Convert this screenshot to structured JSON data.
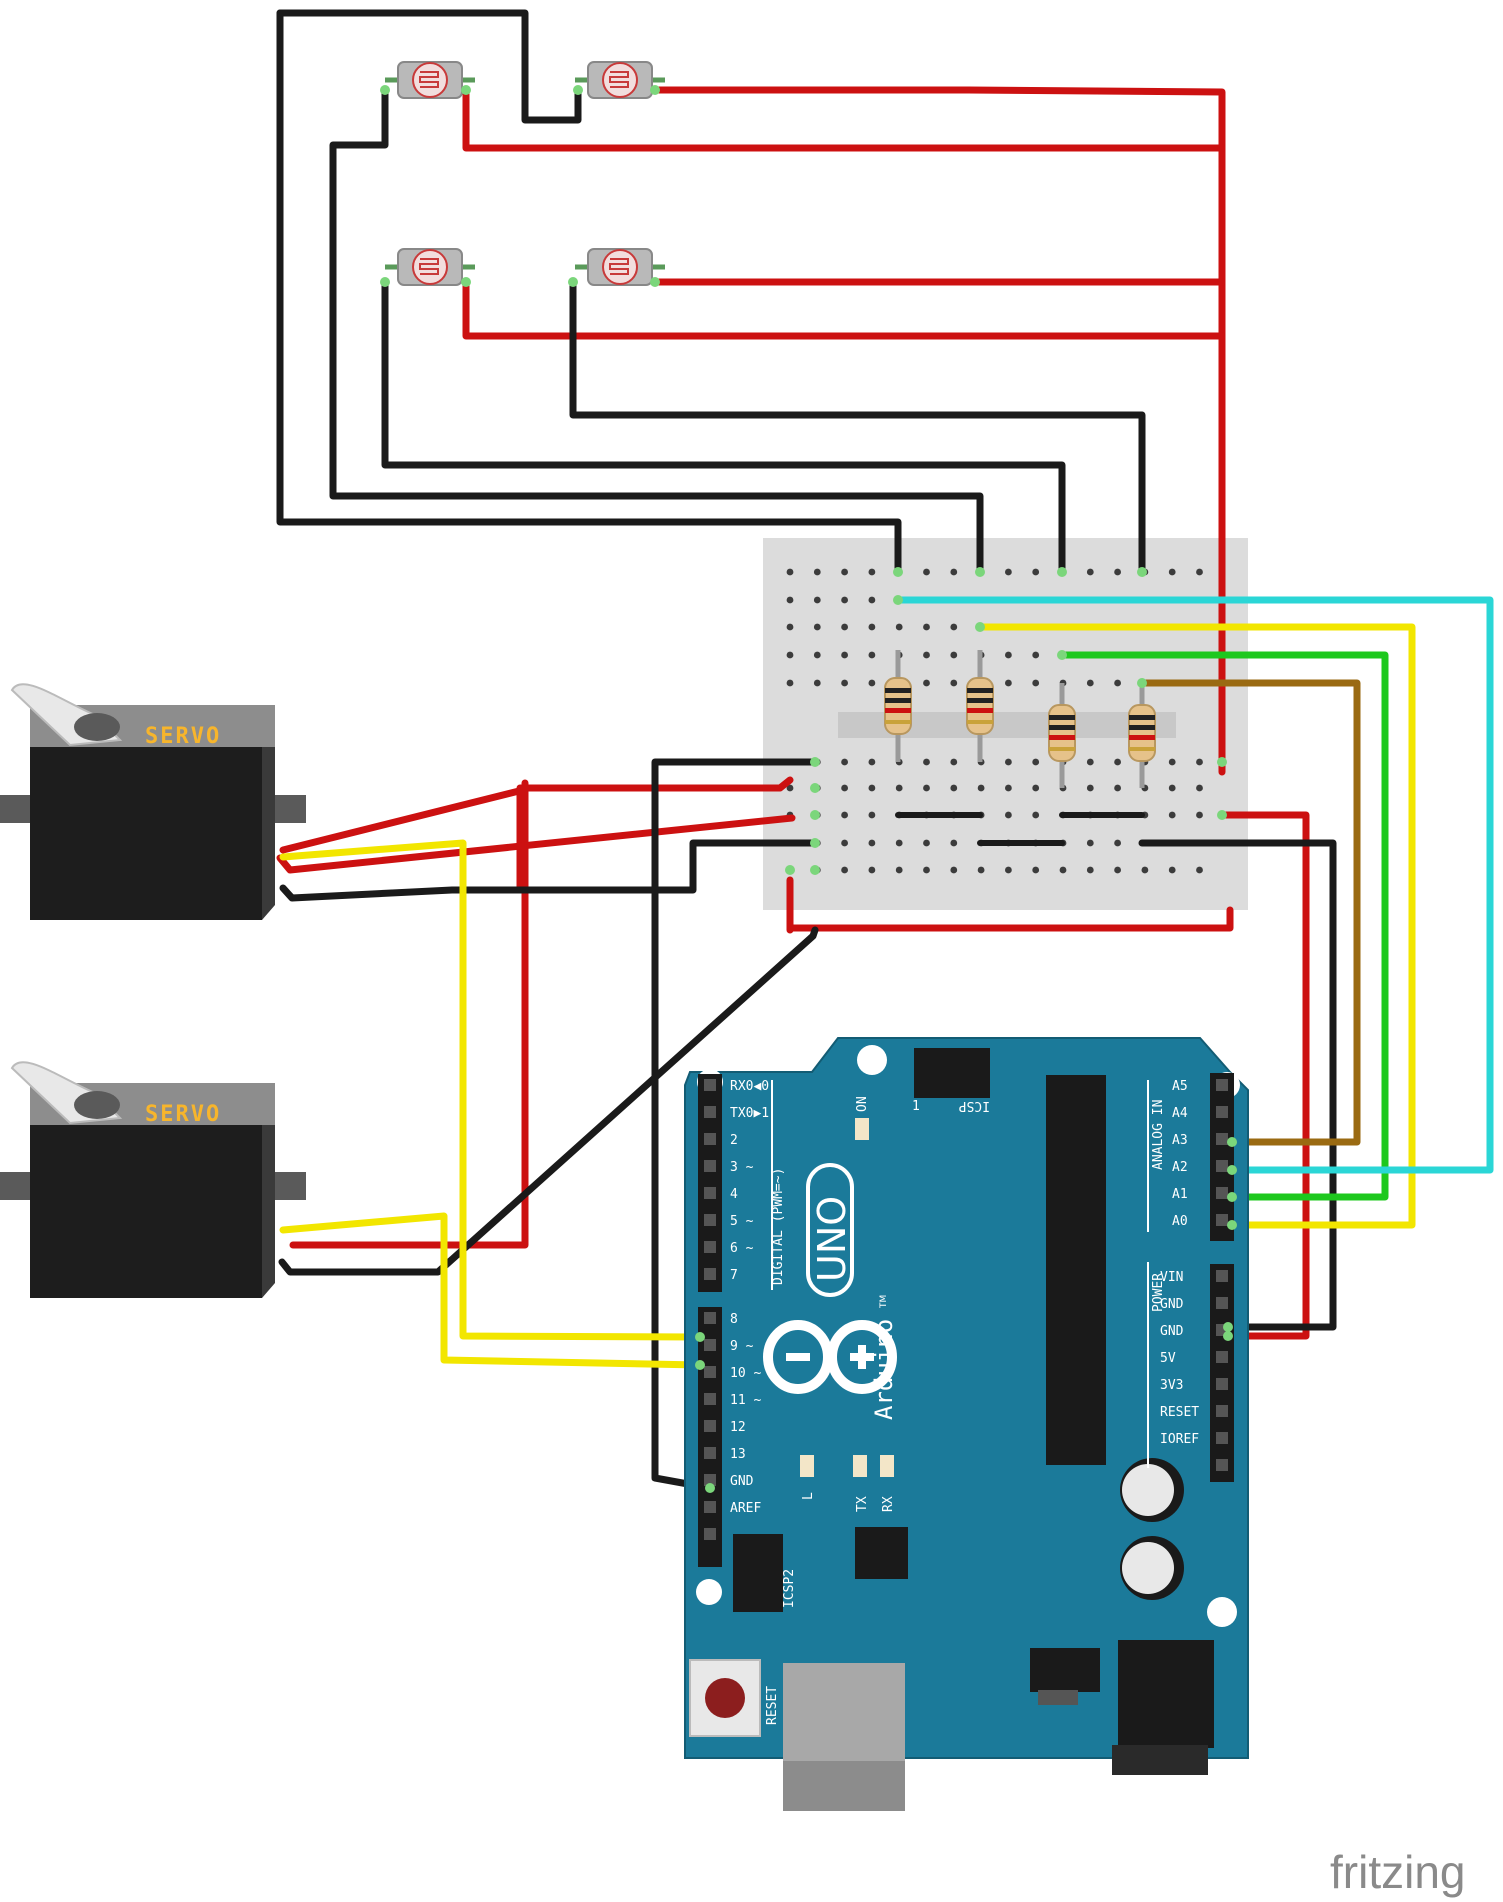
{
  "servos": [
    {
      "label": "SERVO"
    },
    {
      "label": "SERVO"
    }
  ],
  "arduino": {
    "model": "UNO",
    "brand": "Arduino",
    "trademark": "TM",
    "digital_header_label": "DIGITAL (PWM=~)",
    "analog_header_label": "ANALOG IN",
    "power_header_label": "POWER",
    "on_label": "ON",
    "icsp_label": "ICSP",
    "icsp2_label": "ICSP2",
    "icsp_pin1": "1",
    "reset_label": "RESET",
    "led_l": "L",
    "led_tx": "TX",
    "led_rx": "RX",
    "digital_pins_top": [
      "RX0◀0",
      "TX0▶1",
      "2",
      "3 ~",
      "4",
      "5 ~",
      "6 ~",
      "7"
    ],
    "digital_pins_bottom": [
      "8",
      "9 ~",
      "10 ~",
      "11 ~",
      "12",
      "13",
      "GND",
      "AREF"
    ],
    "analog_pins": [
      "A5",
      "A4",
      "A3",
      "A2",
      "A1",
      "A0"
    ],
    "power_pins": [
      "VIN",
      "GND",
      "GND",
      "5V",
      "3V3",
      "RESET",
      "IOREF"
    ]
  },
  "fritzing_logo": "fritzing",
  "colors": {
    "wire_red": "#cc1111",
    "wire_black": "#1a1a1a",
    "wire_yellow": "#f2e600",
    "wire_green": "#1ec81e",
    "wire_cyan": "#2ad6d6",
    "wire_brown": "#9a6a12",
    "board_teal": "#1b7a9a",
    "breadboard": "#dcdcdc",
    "servo_body": "#1d1d1d"
  }
}
